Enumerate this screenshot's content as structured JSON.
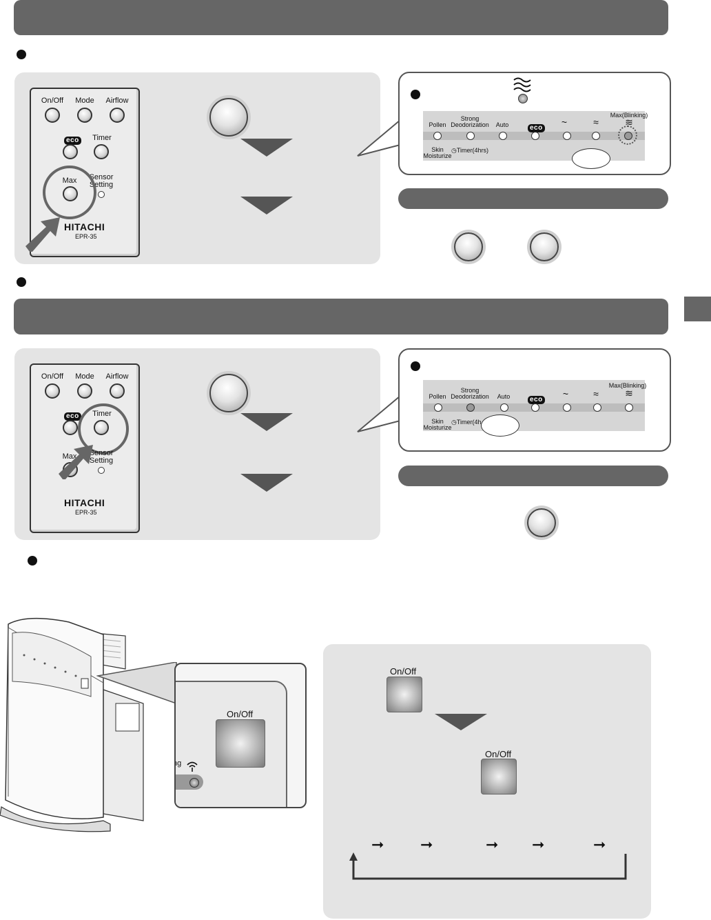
{
  "remote": {
    "on_off": "On/Off",
    "mode": "Mode",
    "airflow": "Airflow",
    "eco": "eco",
    "timer": "Timer",
    "max": "Max",
    "sensor_setting": "Sensor\nSetting",
    "brand": "HITACHI",
    "model": "EPR-35"
  },
  "display": {
    "pollen": "Pollen",
    "strong_deodorization": "Strong\nDeodorization",
    "auto": "Auto",
    "eco": "eco",
    "low": "~",
    "med": "≈",
    "max_blinking": "Max(Blinking)",
    "max_icon": "≋",
    "skin_moisturize": "Skin\nMoisturize",
    "timer_4hrs": "Timer(4hrs)",
    "timer_4hrs_cut": "Timer(4h"
  },
  "unit": {
    "on_off": "On/Off"
  },
  "flow": {
    "on_off_1": "On/Off",
    "on_off_2": "On/Off"
  }
}
